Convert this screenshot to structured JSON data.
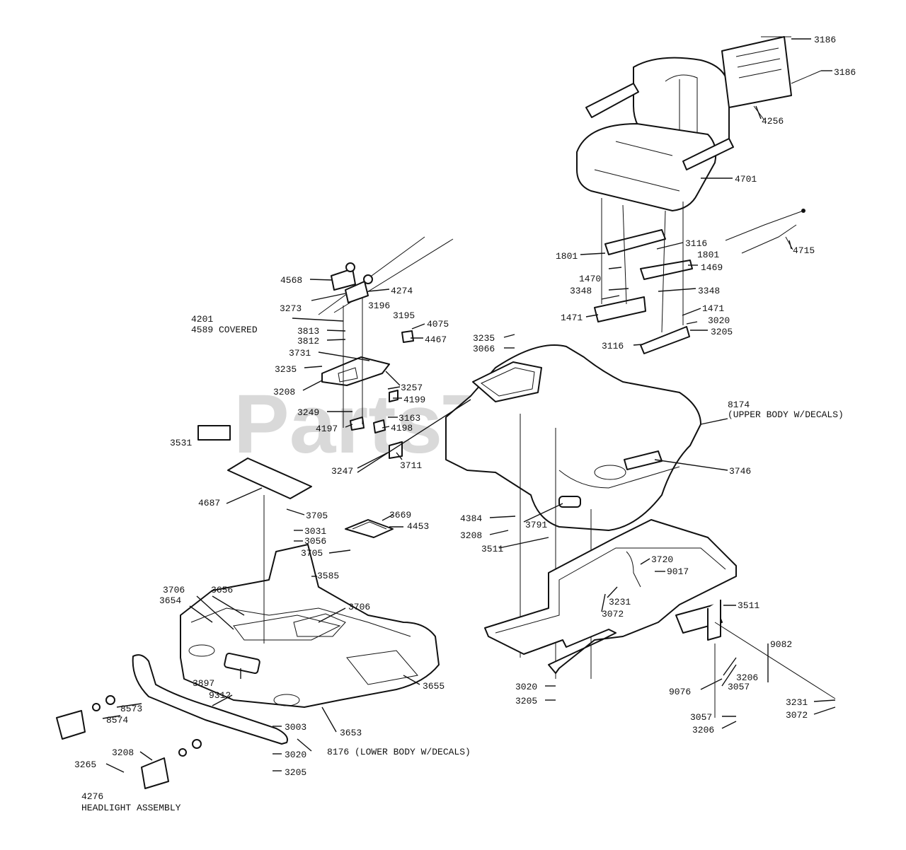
{
  "watermark": "PartsTree",
  "labels": {
    "seat": "4701",
    "bracket_screw_top": "3186",
    "bracket_screw_bottom": "3186",
    "bracket": "4256",
    "seat_belt": "4715",
    "seat_l1801": "1801",
    "seat_r1801": "1801",
    "seat_3116_top": "3116",
    "seat_1470": "1470",
    "seat_1469": "1469",
    "seat_3348_l": "3348",
    "seat_3348_r": "3348",
    "seat_1471_l": "1471",
    "seat_1471_r": "1471",
    "seat_3020": "3020",
    "seat_3205": "3205",
    "seat_3116_bottom": "3116",
    "upper_3235": "3235",
    "upper_3066": "3066",
    "upper_body": "8174",
    "upper_body_note": "(UPPER BODY W/DECALS)",
    "upper_3746": "3746",
    "upper_4384": "4384",
    "upper_3208": "3208",
    "upper_3791": "3791",
    "upper_3511": "3511",
    "frame_3720": "3720",
    "frame_9017": "9017",
    "frame_3231": "3231",
    "frame_3072": "3072",
    "frame_3511": "3511",
    "frame_9082": "9082",
    "frame_3206_a": "3206",
    "frame_3057_a": "3057",
    "frame_9076": "9076",
    "frame_3231_b": "3231",
    "frame_3072_b": "3072",
    "frame_3057_b": "3057",
    "frame_3206_b": "3206",
    "frame_3020": "3020",
    "frame_3205": "3205",
    "lever_4568": "4568",
    "lever_4274": "4274",
    "lever_3273": "3273",
    "lever_3196": "3196",
    "lever_3195": "3195",
    "lever_4201": "4201",
    "lever_4589": "4589 COVERED",
    "lever_3813": "3813",
    "lever_3812": "3812",
    "lever_4075": "4075",
    "lever_4467": "4467",
    "lever_3731": "3731",
    "lever_3235": "3235",
    "lever_3257": "3257",
    "lever_3208": "3208",
    "lever_4199": "4199",
    "lever_3249": "3249",
    "lever_3163": "3163",
    "lever_4197": "4197",
    "lever_4198": "4198",
    "lever_3247": "3247",
    "lever_3711": "3711",
    "lower_3531": "3531",
    "lower_4687": "4687",
    "lower_3705_a": "3705",
    "lower_3669": "3669",
    "lower_4453": "4453",
    "lower_3031": "3031",
    "lower_3056": "3056",
    "lower_3705_b": "3705",
    "lower_3585": "3585",
    "lower_3706_a": "3706",
    "lower_3656": "3656",
    "lower_3654": "3654",
    "lower_3706_b": "3706",
    "lower_3897": "3897",
    "lower_9312": "9312",
    "lower_3655": "3655",
    "lower_8573": "8573",
    "lower_8574": "8574",
    "lower_3653": "3653",
    "lower_3003": "3003",
    "lower_3020": "3020",
    "lower_body": "8176 (LOWER BODY W/DECALS)",
    "lower_3205": "3205",
    "head_3208": "3208",
    "head_3265": "3265",
    "head_4276": "4276",
    "head_assembly": "HEADLIGHT ASSEMBLY"
  }
}
